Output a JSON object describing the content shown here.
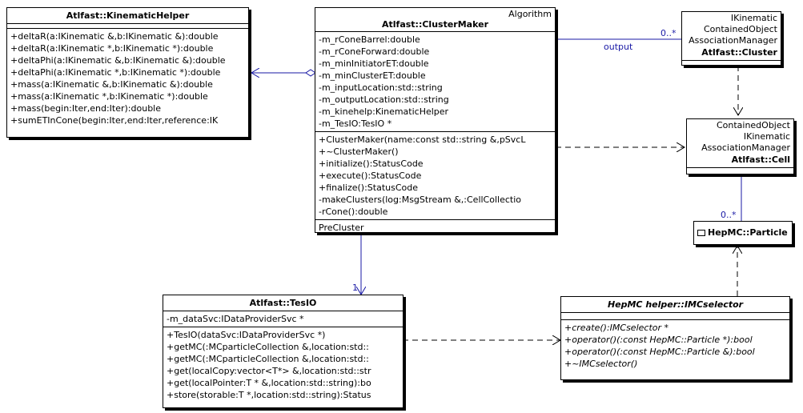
{
  "kinematic_helper": {
    "title": "Atlfast::KinematicHelper",
    "attributes": [],
    "operations": [
      "+deltaR(a:IKinematic &,b:IKinematic &):double",
      "+deltaR(a:IKinematic *,b:IKinematic *):double",
      "+deltaPhi(a:IKinematic &,b:IKinematic &):double",
      "+deltaPhi(a:IKinematic *,b:IKinematic *):double",
      "+mass(a:IKinematic &,b:IKinematic &):double",
      "+mass(a:IKinematic *,b:IKinematic *):double",
      "+mass(begin:Iter,end:Iter):double",
      "+sumETInCone(begin:Iter,end:Iter,reference:IK"
    ]
  },
  "cluster_maker": {
    "stereotype": "Algorithm",
    "title": "Atlfast::ClusterMaker",
    "attributes": [
      "-m_rConeBarrel:double",
      "-m_rConeForward:double",
      "-m_minInitiatorET:double",
      "-m_minClusterET:double",
      "-m_inputLocation:std::string",
      "-m_outputLocation:std::string",
      "-m_kinehelp:KinematicHelper",
      "-m_TesIO:TesIO *"
    ],
    "operations": [
      "+ClusterMaker(name:const std::string &,pSvcL",
      "+~ClusterMaker()",
      "+initialize():StatusCode",
      "+execute():StatusCode",
      "+finalize():StatusCode",
      "-makeClusters(log:MsgStream &,:CellCollectio",
      "-rCone():double"
    ],
    "inner": "PreCluster"
  },
  "cluster": {
    "stereotypes": [
      "IKinematic",
      "ContainedObject",
      "AssociationManager"
    ],
    "title": "Atlfast::Cluster"
  },
  "cell": {
    "stereotypes": [
      "ContainedObject",
      "IKinematic",
      "AssociationManager"
    ],
    "title": "Atlfast::Cell"
  },
  "particle": {
    "title": "HepMC::Particle"
  },
  "tesio": {
    "title": "Atlfast::TesIO",
    "attributes": [
      "-m_dataSvc:IDataProviderSvc *"
    ],
    "operations": [
      "+TesIO(dataSvc:IDataProviderSvc *)",
      "+getMC(:MCparticleCollection &,location:std::",
      "+getMC(:MCparticleCollection &,location:std::",
      "+get(localCopy:vector<T*> &,location:std::str",
      "+get(localPointer:T * &,location:std::string):bo",
      "+store(storable:T *,location:std::string):Status"
    ]
  },
  "selector": {
    "title": "HepMC helper::IMCselector",
    "attributes": [],
    "operations": [
      "+create():IMCselector *",
      "+operator()(:const HepMC::Particle *):bool",
      "+operator()(:const HepMC::Particle &):bool",
      "+~IMCselector()"
    ]
  },
  "labels": {
    "output_role": "output",
    "cluster_multiplicity": "0..*",
    "particle_multiplicity": "0..*",
    "tesio_multiplicity": "1"
  },
  "colors": {
    "association_line": "#1a1aa6",
    "dependency_line": "#000000"
  }
}
